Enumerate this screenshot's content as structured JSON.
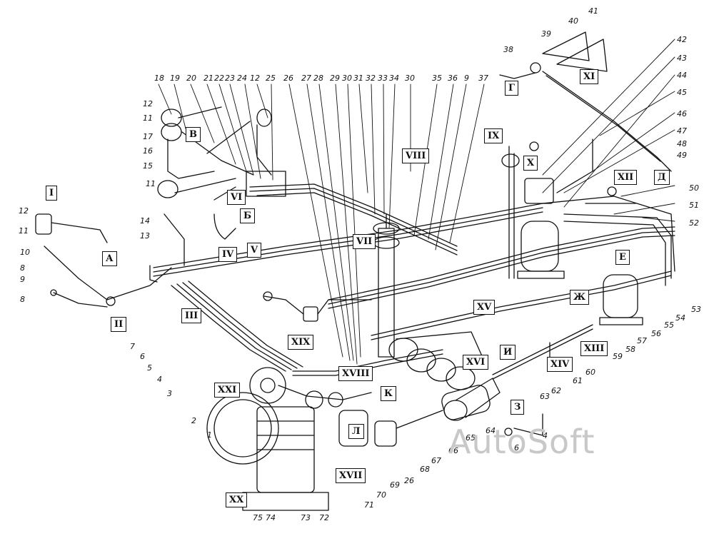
{
  "diagram": {
    "watermark": "AutoSoft",
    "callouts": [
      {
        "id": "n18",
        "text": "18"
      },
      {
        "id": "n19",
        "text": "19"
      },
      {
        "id": "n20",
        "text": "20"
      },
      {
        "id": "n21",
        "text": "21"
      },
      {
        "id": "n22",
        "text": "22"
      },
      {
        "id": "n23",
        "text": "23"
      },
      {
        "id": "n24",
        "text": "24"
      },
      {
        "id": "n12a",
        "text": "12"
      },
      {
        "id": "n25",
        "text": "25"
      },
      {
        "id": "n26a",
        "text": "26"
      },
      {
        "id": "n27",
        "text": "27"
      },
      {
        "id": "n28",
        "text": "28"
      },
      {
        "id": "n29",
        "text": "29"
      },
      {
        "id": "n30a",
        "text": "30"
      },
      {
        "id": "n31",
        "text": "31"
      },
      {
        "id": "n32",
        "text": "32"
      },
      {
        "id": "n33",
        "text": "33"
      },
      {
        "id": "n34",
        "text": "34"
      },
      {
        "id": "n30b",
        "text": "30"
      },
      {
        "id": "n35",
        "text": "35"
      },
      {
        "id": "n36",
        "text": "36"
      },
      {
        "id": "n9a",
        "text": "9"
      },
      {
        "id": "n37",
        "text": "37"
      },
      {
        "id": "n38",
        "text": "38"
      },
      {
        "id": "n39",
        "text": "39"
      },
      {
        "id": "n40",
        "text": "40"
      },
      {
        "id": "n41",
        "text": "41"
      },
      {
        "id": "n42",
        "text": "42"
      },
      {
        "id": "n43",
        "text": "43"
      },
      {
        "id": "n44",
        "text": "44"
      },
      {
        "id": "n45",
        "text": "45"
      },
      {
        "id": "n46",
        "text": "46"
      },
      {
        "id": "n47",
        "text": "47"
      },
      {
        "id": "n48",
        "text": "48"
      },
      {
        "id": "n49",
        "text": "49"
      },
      {
        "id": "n50",
        "text": "50"
      },
      {
        "id": "n51",
        "text": "51"
      },
      {
        "id": "n52",
        "text": "52"
      },
      {
        "id": "n53",
        "text": "53"
      },
      {
        "id": "n54",
        "text": "54"
      },
      {
        "id": "n55",
        "text": "55"
      },
      {
        "id": "n56",
        "text": "56"
      },
      {
        "id": "n57",
        "text": "57"
      },
      {
        "id": "n58",
        "text": "58"
      },
      {
        "id": "n59",
        "text": "59"
      },
      {
        "id": "n60",
        "text": "60"
      },
      {
        "id": "n61",
        "text": "61"
      },
      {
        "id": "n62",
        "text": "62"
      },
      {
        "id": "n63",
        "text": "63"
      },
      {
        "id": "n64",
        "text": "64"
      },
      {
        "id": "n65",
        "text": "65"
      },
      {
        "id": "n66",
        "text": "66"
      },
      {
        "id": "n67",
        "text": "67"
      },
      {
        "id": "n68",
        "text": "68"
      },
      {
        "id": "n69",
        "text": "69"
      },
      {
        "id": "n70",
        "text": "70"
      },
      {
        "id": "n71",
        "text": "71"
      },
      {
        "id": "n72",
        "text": "72"
      },
      {
        "id": "n73",
        "text": "73"
      },
      {
        "id": "n74",
        "text": "74"
      },
      {
        "id": "n75",
        "text": "75"
      },
      {
        "id": "n26b",
        "text": "26"
      },
      {
        "id": "n4b",
        "text": "4"
      },
      {
        "id": "n6b",
        "text": "6"
      },
      {
        "id": "n12b",
        "text": "12"
      },
      {
        "id": "n11a",
        "text": "11"
      },
      {
        "id": "n17",
        "text": "17"
      },
      {
        "id": "n16",
        "text": "16"
      },
      {
        "id": "n15",
        "text": "15"
      },
      {
        "id": "n11b",
        "text": "11"
      },
      {
        "id": "n12c",
        "text": "12"
      },
      {
        "id": "n11c",
        "text": "11"
      },
      {
        "id": "n10",
        "text": "10"
      },
      {
        "id": "n8a",
        "text": "8"
      },
      {
        "id": "n9b",
        "text": "9"
      },
      {
        "id": "n8b",
        "text": "8"
      },
      {
        "id": "n14",
        "text": "14"
      },
      {
        "id": "n13",
        "text": "13"
      },
      {
        "id": "n7",
        "text": "7"
      },
      {
        "id": "n6a",
        "text": "6"
      },
      {
        "id": "n5",
        "text": "5"
      },
      {
        "id": "n4a",
        "text": "4"
      },
      {
        "id": "n3",
        "text": "3"
      },
      {
        "id": "n2",
        "text": "2"
      },
      {
        "id": "n1",
        "text": "1"
      }
    ],
    "boxes": [
      {
        "id": "bI",
        "text": "I"
      },
      {
        "id": "bA",
        "text": "А"
      },
      {
        "id": "bII",
        "text": "II"
      },
      {
        "id": "bIII",
        "text": "III"
      },
      {
        "id": "bB",
        "text": "В"
      },
      {
        "id": "bVI",
        "text": "VI"
      },
      {
        "id": "bBe",
        "text": "Б"
      },
      {
        "id": "bIV",
        "text": "IV"
      },
      {
        "id": "bV",
        "text": "V"
      },
      {
        "id": "bVII",
        "text": "VII"
      },
      {
        "id": "bVIII",
        "text": "VIII"
      },
      {
        "id": "bIX",
        "text": "IX"
      },
      {
        "id": "bG",
        "text": "Г"
      },
      {
        "id": "bXI",
        "text": "XI"
      },
      {
        "id": "bX",
        "text": "X"
      },
      {
        "id": "bXII",
        "text": "XII"
      },
      {
        "id": "bD",
        "text": "Д"
      },
      {
        "id": "bXV",
        "text": "XV"
      },
      {
        "id": "bE",
        "text": "Е"
      },
      {
        "id": "bZh",
        "text": "Ж"
      },
      {
        "id": "bXIII",
        "text": "XIII"
      },
      {
        "id": "bXIV",
        "text": "XIV"
      },
      {
        "id": "bI2",
        "text": "И"
      },
      {
        "id": "bXVI",
        "text": "XVI"
      },
      {
        "id": "bXIX",
        "text": "XIX"
      },
      {
        "id": "bXVIII",
        "text": "XVIII"
      },
      {
        "id": "bK",
        "text": "К"
      },
      {
        "id": "bXXI",
        "text": "XXI"
      },
      {
        "id": "bL",
        "text": "Л"
      },
      {
        "id": "bXVII",
        "text": "XVII"
      },
      {
        "id": "bXX",
        "text": "XX"
      },
      {
        "id": "bZ",
        "text": "З"
      }
    ]
  }
}
